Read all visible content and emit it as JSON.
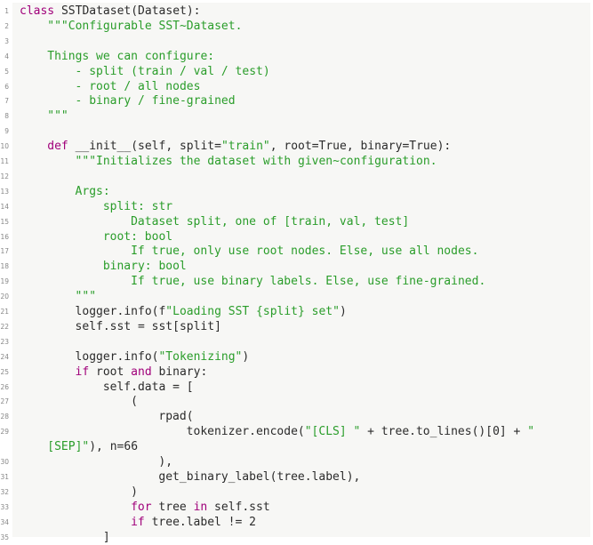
{
  "code": {
    "lines": [
      {
        "n": "1",
        "indent": 0,
        "tokens": [
          {
            "t": "kw",
            "v": "class"
          },
          {
            "t": "plain",
            "v": " SSTDataset(Dataset):"
          }
        ]
      },
      {
        "n": "2",
        "indent": 4,
        "tokens": [
          {
            "t": "str",
            "v": "\"\"\"Configurable SST~Dataset."
          }
        ]
      },
      {
        "n": "3",
        "indent": 0,
        "tokens": []
      },
      {
        "n": "4",
        "indent": 4,
        "tokens": [
          {
            "t": "str",
            "v": "Things we can configure:"
          }
        ]
      },
      {
        "n": "5",
        "indent": 8,
        "tokens": [
          {
            "t": "str",
            "v": "- split (train / val / test)"
          }
        ]
      },
      {
        "n": "6",
        "indent": 8,
        "tokens": [
          {
            "t": "str",
            "v": "- root / all nodes"
          }
        ]
      },
      {
        "n": "7",
        "indent": 8,
        "tokens": [
          {
            "t": "str",
            "v": "- binary / fine-grained"
          }
        ]
      },
      {
        "n": "8",
        "indent": 4,
        "tokens": [
          {
            "t": "str",
            "v": "\"\"\""
          }
        ]
      },
      {
        "n": "9",
        "indent": 0,
        "tokens": []
      },
      {
        "n": "10",
        "indent": 4,
        "tokens": [
          {
            "t": "kw",
            "v": "def"
          },
          {
            "t": "plain",
            "v": " __init__(self, split="
          },
          {
            "t": "str",
            "v": "\"train\""
          },
          {
            "t": "plain",
            "v": ", root=True, binary=True):"
          }
        ]
      },
      {
        "n": "11",
        "indent": 8,
        "tokens": [
          {
            "t": "str",
            "v": "\"\"\"Initializes the dataset with given~configuration."
          }
        ]
      },
      {
        "n": "12",
        "indent": 0,
        "tokens": []
      },
      {
        "n": "13",
        "indent": 8,
        "tokens": [
          {
            "t": "str",
            "v": "Args:"
          }
        ]
      },
      {
        "n": "14",
        "indent": 12,
        "tokens": [
          {
            "t": "str",
            "v": "split: str"
          }
        ]
      },
      {
        "n": "15",
        "indent": 16,
        "tokens": [
          {
            "t": "str",
            "v": "Dataset split, one of [train, val, test]"
          }
        ]
      },
      {
        "n": "16",
        "indent": 12,
        "tokens": [
          {
            "t": "str",
            "v": "root: bool"
          }
        ]
      },
      {
        "n": "17",
        "indent": 16,
        "tokens": [
          {
            "t": "str",
            "v": "If true, only use root nodes. Else, use all nodes."
          }
        ]
      },
      {
        "n": "18",
        "indent": 12,
        "tokens": [
          {
            "t": "str",
            "v": "binary: bool"
          }
        ]
      },
      {
        "n": "19",
        "indent": 16,
        "tokens": [
          {
            "t": "str",
            "v": "If true, use binary labels. Else, use fine-grained."
          }
        ]
      },
      {
        "n": "20",
        "indent": 8,
        "tokens": [
          {
            "t": "str",
            "v": "\"\"\""
          }
        ]
      },
      {
        "n": "21",
        "indent": 8,
        "tokens": [
          {
            "t": "plain",
            "v": "logger.info(f"
          },
          {
            "t": "str",
            "v": "\"Loading SST {split} set\""
          },
          {
            "t": "plain",
            "v": ")"
          }
        ]
      },
      {
        "n": "22",
        "indent": 8,
        "tokens": [
          {
            "t": "plain",
            "v": "self.sst = sst[split]"
          }
        ]
      },
      {
        "n": "23",
        "indent": 0,
        "tokens": []
      },
      {
        "n": "24",
        "indent": 8,
        "tokens": [
          {
            "t": "plain",
            "v": "logger.info("
          },
          {
            "t": "str",
            "v": "\"Tokenizing\""
          },
          {
            "t": "plain",
            "v": ")"
          }
        ]
      },
      {
        "n": "25",
        "indent": 8,
        "tokens": [
          {
            "t": "kw",
            "v": "if"
          },
          {
            "t": "plain",
            "v": " root "
          },
          {
            "t": "kw",
            "v": "and"
          },
          {
            "t": "plain",
            "v": " binary:"
          }
        ]
      },
      {
        "n": "26",
        "indent": 12,
        "tokens": [
          {
            "t": "plain",
            "v": "self.data = ["
          }
        ]
      },
      {
        "n": "27",
        "indent": 16,
        "tokens": [
          {
            "t": "plain",
            "v": "("
          }
        ]
      },
      {
        "n": "28",
        "indent": 20,
        "tokens": [
          {
            "t": "plain",
            "v": "rpad("
          }
        ]
      },
      {
        "n": "29",
        "indent": 24,
        "tokens": [
          {
            "t": "plain",
            "v": "tokenizer.encode("
          },
          {
            "t": "str",
            "v": "\"[CLS] \""
          },
          {
            "t": "plain",
            "v": " + tree.to_lines()[0] + "
          },
          {
            "t": "str",
            "v": "\""
          }
        ]
      },
      {
        "n": "",
        "indent": 4,
        "tokens": [
          {
            "t": "str",
            "v": "[SEP]\""
          },
          {
            "t": "plain",
            "v": "), n=66"
          }
        ]
      },
      {
        "n": "30",
        "indent": 20,
        "tokens": [
          {
            "t": "plain",
            "v": "),"
          }
        ]
      },
      {
        "n": "31",
        "indent": 20,
        "tokens": [
          {
            "t": "plain",
            "v": "get_binary_label(tree.label),"
          }
        ]
      },
      {
        "n": "32",
        "indent": 16,
        "tokens": [
          {
            "t": "plain",
            "v": ")"
          }
        ]
      },
      {
        "n": "33",
        "indent": 16,
        "tokens": [
          {
            "t": "kw",
            "v": "for"
          },
          {
            "t": "plain",
            "v": " tree "
          },
          {
            "t": "kw",
            "v": "in"
          },
          {
            "t": "plain",
            "v": " self.sst"
          }
        ]
      },
      {
        "n": "34",
        "indent": 16,
        "tokens": [
          {
            "t": "kw",
            "v": "if"
          },
          {
            "t": "plain",
            "v": " tree.label != 2"
          }
        ]
      },
      {
        "n": "35",
        "indent": 12,
        "tokens": [
          {
            "t": "plain",
            "v": "]"
          }
        ]
      }
    ]
  },
  "colors": {
    "keyword": "#a0007a",
    "string": "#2a9d2a",
    "plain": "#2b2b2b",
    "background": "#f7f7f5"
  }
}
